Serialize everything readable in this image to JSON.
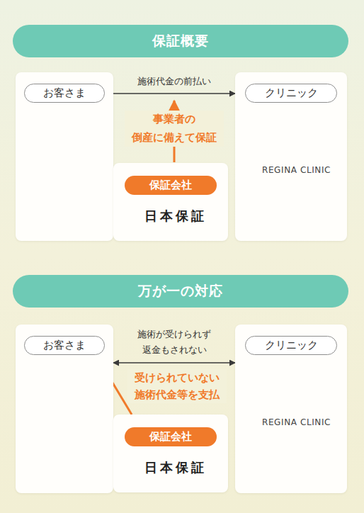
{
  "diagram": {
    "nodes": [
      {
        "text": [
          "保証概要"
        ]
      },
      {
        "text": [
          "お客さま"
        ]
      },
      {
        "text": [
          "クリニック",
          "REGINA CLINIC"
        ]
      },
      {
        "text": [
          "保証会社",
          "日本保証"
        ]
      },
      {
        "text": [
          "万が一の対応"
        ]
      },
      {
        "text": [
          "お客さま"
        ]
      },
      {
        "text": [
          "クリニック",
          "REGINA CLINIC"
        ]
      },
      {
        "text": [
          "保証会社",
          "日本保証"
        ]
      }
    ],
    "edges": [
      {
        "from": 1,
        "to": 2,
        "arrow": "to",
        "label": "施術代金の前払い"
      },
      {
        "from": 5,
        "to": 6,
        "arrow": "both",
        "label": "施術が受けられず 返金もされない"
      },
      {
        "from": 7,
        "to": 5,
        "arrow": "to",
        "label": "受けられていない 施術代金等を支払"
      }
    ],
    "labels": [
      "事業者の 倒産に備えて保証"
    ]
  }
}
